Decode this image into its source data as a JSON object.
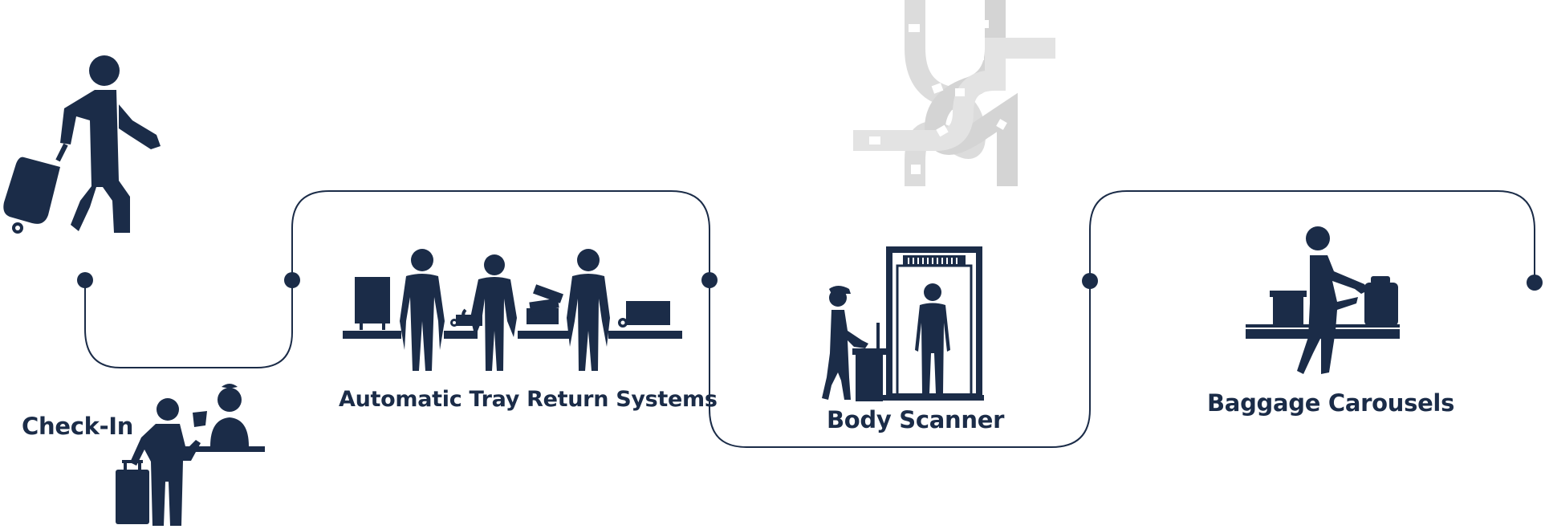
{
  "diagram": {
    "colors": {
      "primary": "#1b2c48",
      "decor": "#d9d9d9",
      "background": "#ffffff"
    },
    "steps": [
      {
        "label": "Check-In",
        "icon": "check-in-counter-icon"
      },
      {
        "label": "Automatic Tray Return Systems",
        "icon": "tray-return-icon"
      },
      {
        "label": "Body Scanner",
        "icon": "body-scanner-icon"
      },
      {
        "label": "Baggage Carousels",
        "icon": "baggage-carousel-icon"
      }
    ],
    "intro_icon": "traveler-with-luggage-icon",
    "decor_icon": "conveyor-belt-knot-icon"
  }
}
